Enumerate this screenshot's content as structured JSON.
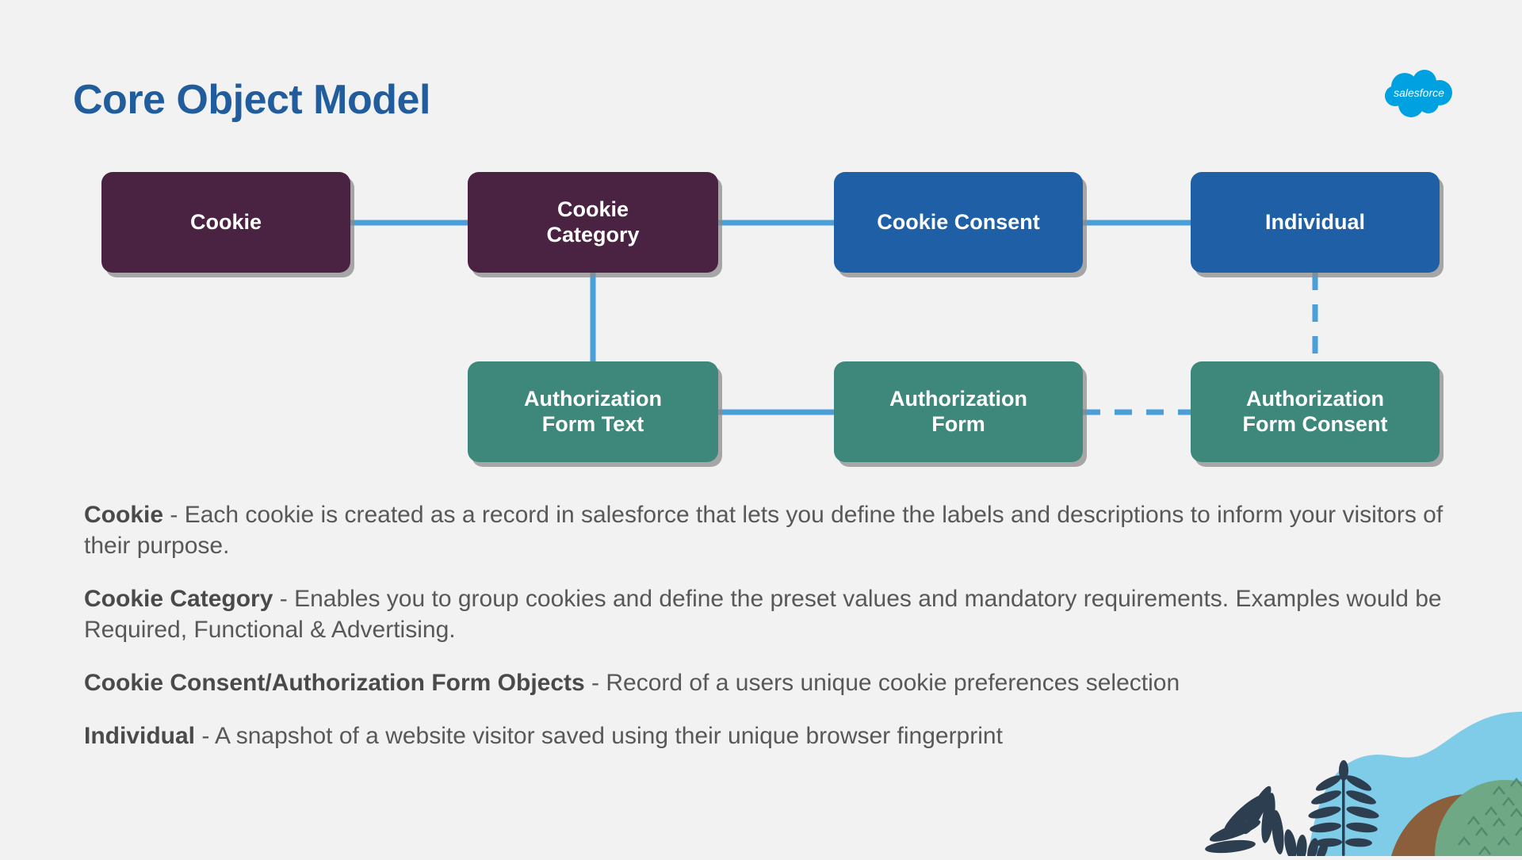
{
  "page": {
    "title": "Core Object Model",
    "background_color": "#F2F2F2",
    "title_color": "#215C9C"
  },
  "brand": {
    "logo_name": "salesforce-cloud-logo",
    "logo_text": "salesforce",
    "logo_color": "#00A1E0"
  },
  "diagram": {
    "type": "entity-relationship",
    "connector_color": "#4A9FD8",
    "nodes": [
      {
        "id": "cookie",
        "label": "Cookie",
        "color": "#4A2343",
        "group": "purple",
        "row": 1,
        "col": 1
      },
      {
        "id": "cookie_category",
        "label": "Cookie\nCategory",
        "color": "#4A2343",
        "group": "purple",
        "row": 1,
        "col": 2
      },
      {
        "id": "cookie_consent",
        "label": "Cookie Consent",
        "color": "#1F5FA6",
        "group": "blue",
        "row": 1,
        "col": 3
      },
      {
        "id": "individual",
        "label": "Individual",
        "color": "#1F5FA6",
        "group": "blue",
        "row": 1,
        "col": 4
      },
      {
        "id": "auth_form_text",
        "label": "Authorization\nForm Text",
        "color": "#3E877B",
        "group": "green",
        "row": 2,
        "col": 2
      },
      {
        "id": "auth_form",
        "label": "Authorization\nForm",
        "color": "#3E877B",
        "group": "green",
        "row": 2,
        "col": 3
      },
      {
        "id": "auth_form_consent",
        "label": "Authorization\nForm Consent",
        "color": "#3E877B",
        "group": "green",
        "row": 2,
        "col": 4
      }
    ],
    "edges": [
      {
        "from": "cookie",
        "to": "cookie_category",
        "style": "solid",
        "orientation": "horizontal"
      },
      {
        "from": "cookie_category",
        "to": "cookie_consent",
        "style": "solid",
        "orientation": "horizontal"
      },
      {
        "from": "cookie_consent",
        "to": "individual",
        "style": "solid",
        "orientation": "horizontal"
      },
      {
        "from": "cookie_category",
        "to": "auth_form_text",
        "style": "solid",
        "orientation": "vertical"
      },
      {
        "from": "auth_form_text",
        "to": "auth_form",
        "style": "solid",
        "orientation": "horizontal"
      },
      {
        "from": "auth_form",
        "to": "auth_form_consent",
        "style": "dashed",
        "orientation": "horizontal"
      },
      {
        "from": "individual",
        "to": "auth_form_consent",
        "style": "dashed",
        "orientation": "vertical"
      }
    ]
  },
  "descriptions": [
    {
      "term": "Cookie",
      "separator": " - ",
      "text": "Each cookie is created as a record in salesforce that lets you define the labels and descriptions to inform your visitors of their purpose."
    },
    {
      "term": "Cookie Category",
      "separator": " -  ",
      "text": "Enables you to group cookies and define the preset values and mandatory requirements. Examples would be Required, Functional & Advertising."
    },
    {
      "term": "Cookie Consent/Authorization Form Objects",
      "separator": " - ",
      "text": "Record of a users unique cookie preferences selection"
    },
    {
      "term": "Individual",
      "separator": " - ",
      "text": "A snapshot of a website visitor saved using their unique browser fingerprint"
    }
  ],
  "decoration": {
    "name": "corner-foliage-illustration",
    "sky_color": "#7FCCE8",
    "frond_color": "#2C3E50",
    "hill_color": "#8B5E3C",
    "bush_color": "#6FA885"
  }
}
